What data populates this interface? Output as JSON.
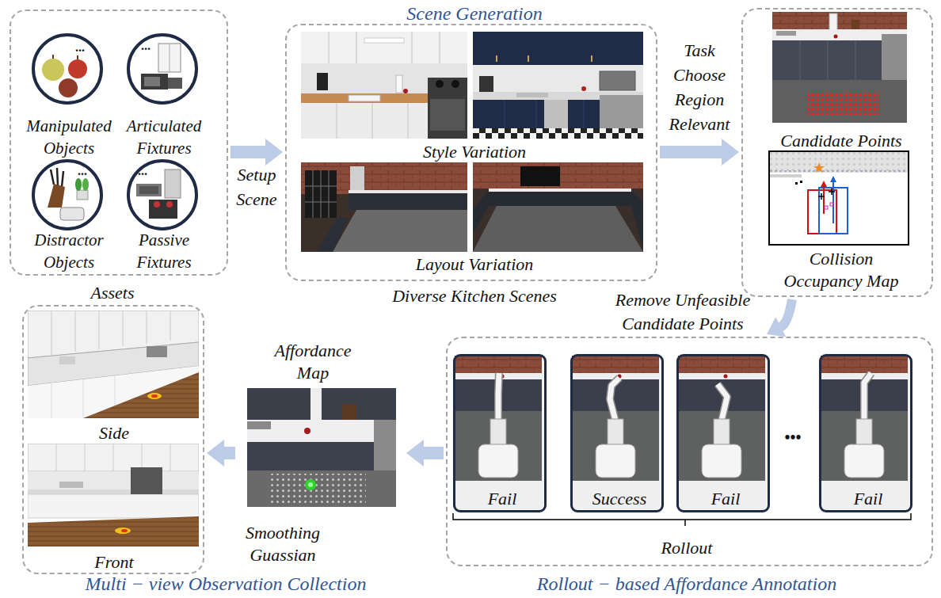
{
  "diagram": {
    "nodes": [
      {
        "text": [
          "Assets"
        ]
      },
      {
        "text": [
          "Manipulated Objects"
        ],
        "in": 0
      },
      {
        "text": [
          "Articulated Fixtures"
        ],
        "in": 0
      },
      {
        "text": [
          "Distractor Objects"
        ],
        "in": 0
      },
      {
        "text": [
          "Passive Fixtures"
        ],
        "in": 0
      },
      {
        "text": [
          "Scene Generation",
          "Style Variation",
          "Layout Variation",
          "Diverse Kitchen Scenes"
        ]
      },
      {
        "text": [
          "Candidate Points",
          "Collision Occupancy Map"
        ]
      },
      {
        "text": [
          "Rollout",
          "Rollout − based Affordance Annotation"
        ]
      },
      {
        "text": [
          "Fail"
        ],
        "in": 7
      },
      {
        "text": [
          "Success"
        ],
        "in": 7
      },
      {
        "text": [
          "Fail"
        ],
        "in": 7
      },
      {
        "text": [
          "Fail"
        ],
        "in": 7
      },
      {
        "text": [
          "Affordance Map",
          "Smoothing Guassian"
        ]
      },
      {
        "text": [
          "Side",
          "Front",
          "Multi − view Observation Collection"
        ]
      }
    ],
    "edges": [
      {
        "from": 0,
        "to": 5,
        "arrow": "to",
        "label": "Setup Scene"
      },
      {
        "from": 5,
        "to": 6,
        "arrow": "to",
        "label": "Task Choose Region Relevant"
      },
      {
        "from": 6,
        "to": 7,
        "arrow": "to",
        "label": "Remove Unfeasible Candidate Points"
      },
      {
        "from": 7,
        "to": 12,
        "arrow": "to"
      },
      {
        "from": 12,
        "to": 13,
        "arrow": "to"
      }
    ],
    "labels": [
      "...",
      "...",
      "...",
      "...",
      "•••"
    ]
  }
}
